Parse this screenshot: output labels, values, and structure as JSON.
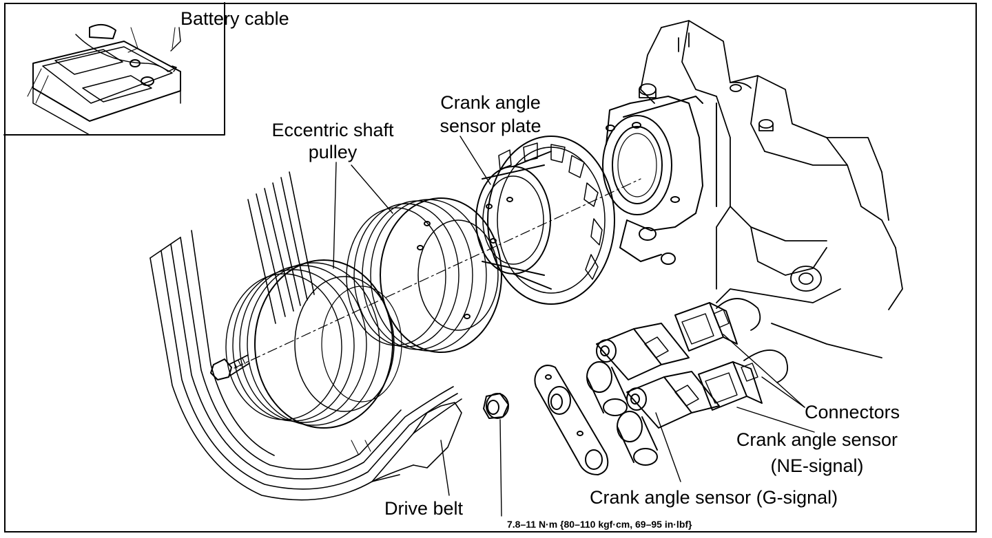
{
  "labels": {
    "battery_cable": "Battery cable",
    "eccentric_shaft_pulley_line1": "Eccentric shaft",
    "eccentric_shaft_pulley_line2": "pulley",
    "crank_angle_sensor_plate_line1": "Crank angle",
    "crank_angle_sensor_plate_line2": "sensor plate",
    "connectors": "Connectors",
    "crank_angle_sensor_ne_line1": "Crank angle sensor",
    "crank_angle_sensor_ne_line2": "(NE-signal)",
    "crank_angle_sensor_g": "Crank angle sensor (G-signal)",
    "drive_belt": "Drive belt"
  },
  "torque_spec": "7.8–11 N·m {80–110 kgf·cm, 69–95 in·lbf}"
}
